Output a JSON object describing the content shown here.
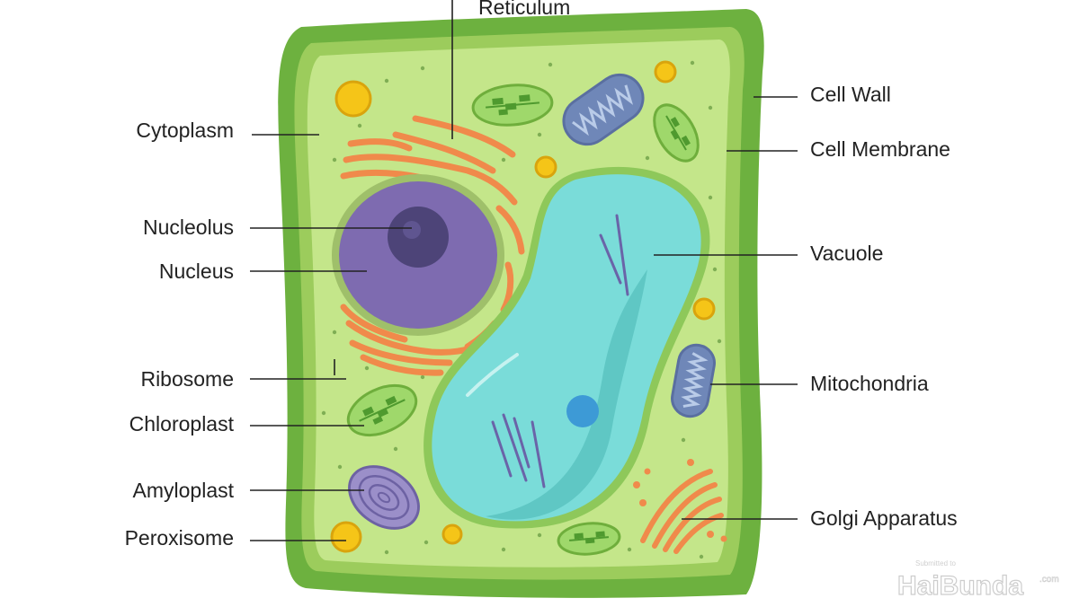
{
  "labels": {
    "endoplasmic_reticulum": "Reticulum",
    "cell_wall": "Cell Wall",
    "cell_membrane": "Cell Membrane",
    "cytoplasm": "Cytoplasm",
    "nucleolus": "Nucleolus",
    "nucleus": "Nucleus",
    "vacuole": "Vacuole",
    "ribosome": "Ribosome",
    "mitochondria": "Mitochondria",
    "chloroplast": "Chloroplast",
    "amyloplast": "Amyloplast",
    "golgi_apparatus": "Golgi Apparatus",
    "peroxisome": "Peroxisome"
  },
  "watermark": {
    "submitted_to": "Submitted to",
    "brand": "HaiBunda",
    "suffix": ".com"
  },
  "colors": {
    "cell_wall": "#6db13f",
    "cell_membrane": "#9ccc5c",
    "cytoplasm": "#c4e68a",
    "nucleus": "#7e6bb0",
    "nucleolus": "#4d4478",
    "vacuole": "#7adcd9",
    "endoplasmic_reticulum": "#f08a4b",
    "mitochondria": "#6f87b8",
    "chloroplast": "#8fcb58",
    "peroxisome": "#f5c518",
    "amyloplast": "#9b8fc9",
    "leader_lines": "#222222"
  }
}
